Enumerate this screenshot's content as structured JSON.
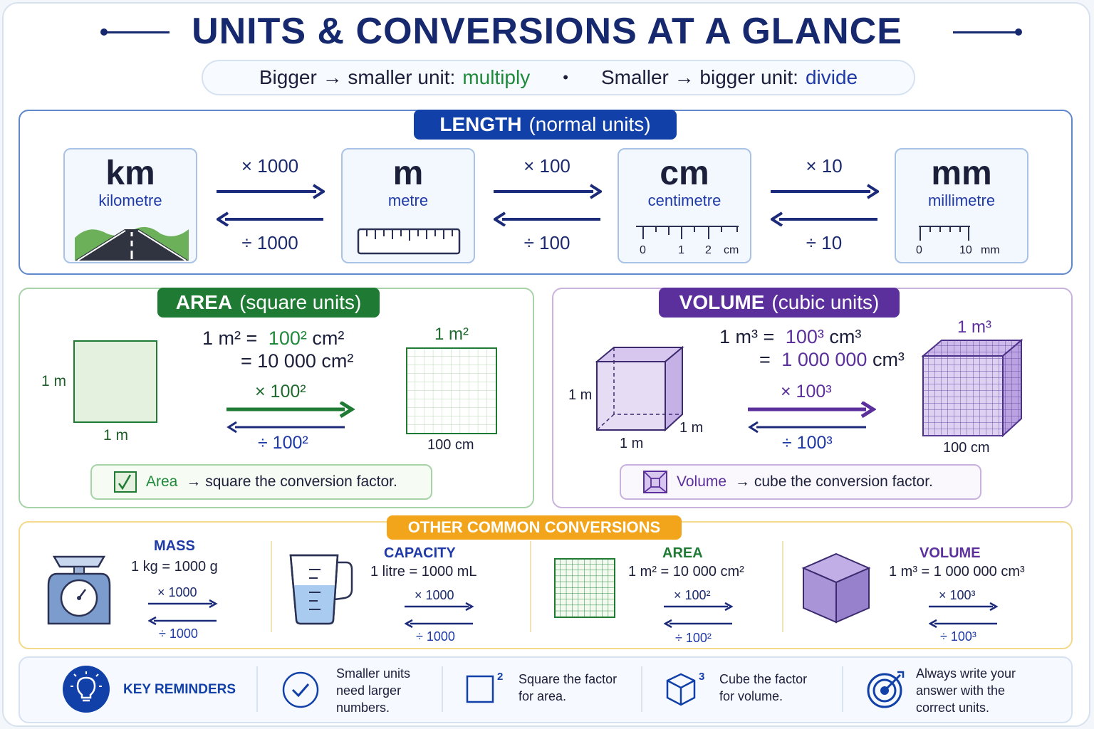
{
  "title": "UNITS & CONVERSIONS AT A GLANCE",
  "rule": {
    "part1": "Bigger → smaller unit:",
    "part1_action": "multiply",
    "separator": "•",
    "part2": "Smaller → bigger unit:",
    "part2_action": "divide"
  },
  "length": {
    "tab_bold": "LENGTH",
    "tab_sub": "(normal units)",
    "units": [
      {
        "symbol": "km",
        "name": "kilometre"
      },
      {
        "symbol": "m",
        "name": "metre"
      },
      {
        "symbol": "cm",
        "name": "centimetre"
      },
      {
        "symbol": "mm",
        "name": "millimetre"
      }
    ],
    "conversions": [
      {
        "mul": "× 1000",
        "div": "÷ 1000"
      },
      {
        "mul": "× 100",
        "div": "÷ 100"
      },
      {
        "mul": "× 10",
        "div": "÷ 10"
      }
    ],
    "cm_ruler_labels": [
      "0",
      "1",
      "2",
      "cm"
    ],
    "mm_ruler_labels": [
      "0",
      "10",
      "mm"
    ]
  },
  "area": {
    "tab_bold": "AREA",
    "tab_sub": "(square units)",
    "side_label_left": "1 m",
    "side_label_bottom": "1 m",
    "eq1_left": "1 m² =",
    "eq1_right": "100²",
    "eq1_unit": "cm²",
    "eq2": "= 10 000 cm²",
    "mul": "× 100²",
    "div": "÷ 100²",
    "grid_top_label": "1 m²",
    "grid_bottom_label": "100 cm",
    "note_keyword": "Area",
    "note_text": "→ square the conversion factor.",
    "colors": {
      "accent": "#1f7a33",
      "fill": "#e3f1de"
    }
  },
  "volume": {
    "tab_bold": "VOLUME",
    "tab_sub": "(cubic units)",
    "label_left": "1 m",
    "label_bottom": "1 m",
    "label_right": "1 m",
    "eq1_left": "1 m³ =",
    "eq1_right": "100³",
    "eq1_unit": "cm³",
    "eq2_eq": "=",
    "eq2_num": "1 000 000",
    "eq2_unit": "cm³",
    "mul": "× 100³",
    "div": "÷ 100³",
    "cube_top_label": "1 m³",
    "cube_bottom_label": "100 cm",
    "note_keyword": "Volume",
    "note_text": "→ cube the conversion factor.",
    "colors": {
      "accent": "#5b2f9c",
      "fill": "#e6dcf3"
    }
  },
  "other": {
    "tab": "OTHER COMMON CONVERSIONS",
    "items": [
      {
        "head": "MASS",
        "eq": "1 kg = 1000 g",
        "mul": "× 1000",
        "div": "÷ 1000",
        "icon": "scale-icon"
      },
      {
        "head": "CAPACITY",
        "eq": "1 litre = 1000 mL",
        "mul": "× 1000",
        "div": "÷ 1000",
        "icon": "measuring-jug-icon"
      },
      {
        "head": "AREA",
        "eq": "1 m²  = 10 000 cm²",
        "mul": "× 100²",
        "div": "÷ 100²",
        "icon": "grid-icon"
      },
      {
        "head": "VOLUME",
        "eq": "1 m³  = 1 000 000 cm³",
        "mul": "× 100³",
        "div": "÷ 100³",
        "icon": "cube-icon"
      }
    ]
  },
  "key": {
    "title": "KEY REMINDERS",
    "items": [
      {
        "text": "Smaller units need larger numbers.",
        "lines": [
          "Smaller units",
          "need larger",
          "numbers."
        ],
        "icon": "check-circle-icon"
      },
      {
        "text": "Square the factor for area.",
        "lines": [
          "Square the factor",
          "for area."
        ],
        "icon": "square-icon",
        "sup": "2"
      },
      {
        "text": "Cube the factor for volume.",
        "lines": [
          "Cube the factor",
          "for volume."
        ],
        "icon": "cube-outline-icon",
        "sup": "3"
      },
      {
        "text": "Always write your answer with the correct units.",
        "lines": [
          "Always write your",
          "answer with the",
          "correct units."
        ],
        "icon": "target-icon"
      }
    ]
  },
  "colors": {
    "navy": "#16286e",
    "length_tab": "#1140a8",
    "area_tab": "#1f7a33",
    "volume_tab": "#5b2f9c",
    "other_tab": "#f2a41a"
  }
}
